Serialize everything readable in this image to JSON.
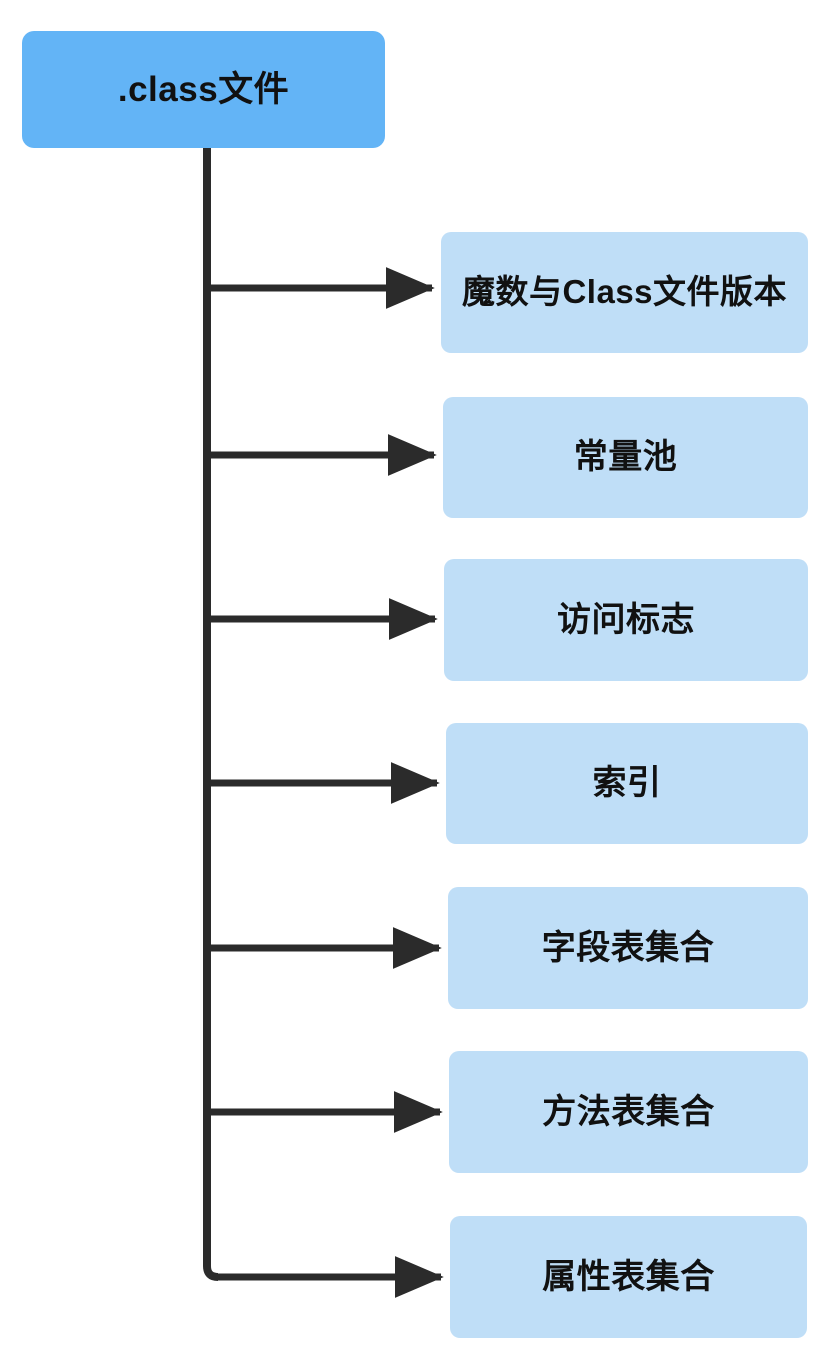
{
  "diagram": {
    "type": "tree",
    "orientation": "root-left-children-right",
    "root": {
      "label": ".class文件",
      "fill": "#63b4f6",
      "text_color": "#111111"
    },
    "child_fill": "#bfdef7",
    "connector_color": "#2b2b2b",
    "background": "#ffffff",
    "children": [
      {
        "label": "魔数与Class文件版本"
      },
      {
        "label": "常量池"
      },
      {
        "label": "访问标志"
      },
      {
        "label": "索引"
      },
      {
        "label": "字段表集合"
      },
      {
        "label": "方法表集合"
      },
      {
        "label": "属性表集合"
      }
    ]
  }
}
